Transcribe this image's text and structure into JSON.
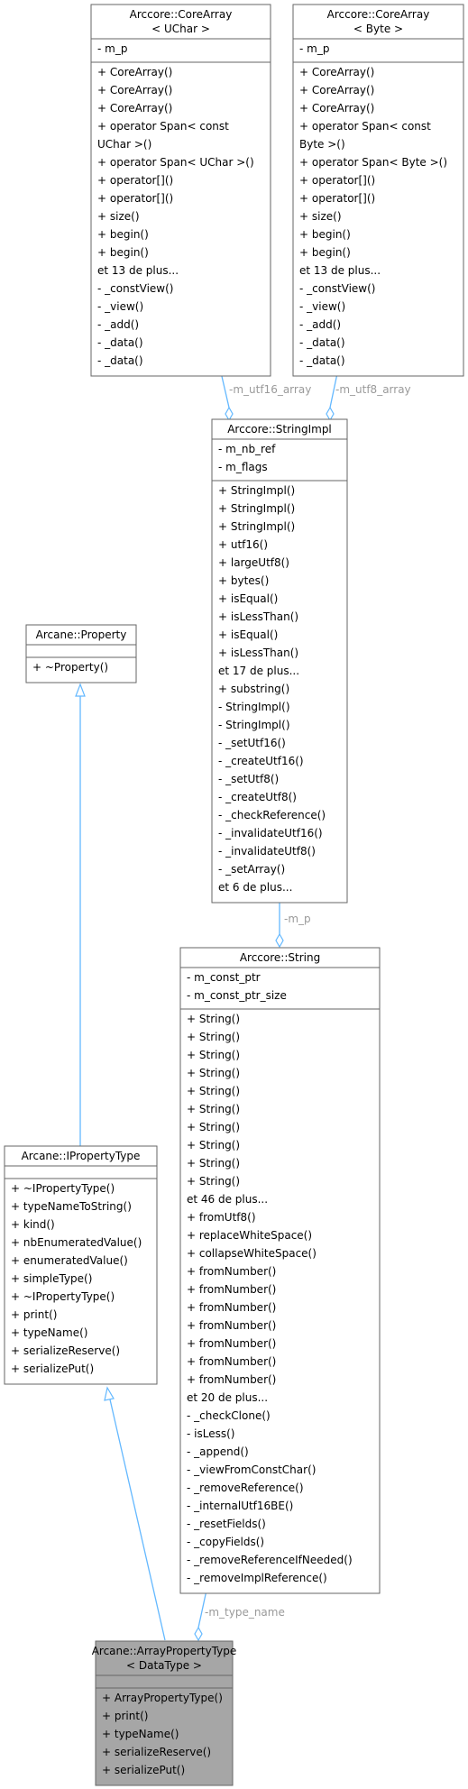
{
  "classes": {
    "corearray_uchar": {
      "title": [
        "Arccore::CoreArray",
        "< UChar >"
      ],
      "attributes": [
        "-  m_p"
      ],
      "methods": [
        "+  CoreArray()",
        "+  CoreArray()",
        "+  CoreArray()",
        "+  operator Span< const",
        "    UChar >()",
        "+  operator Span< UChar >()",
        "+  operator[]()",
        "+  operator[]()",
        "+  size()",
        "+  begin()",
        "+  begin()",
        "    et 13 de plus...",
        "-  _constView()",
        "-  _view()",
        "-  _add()",
        "-  _data()",
        "-  _data()"
      ]
    },
    "corearray_byte": {
      "title": [
        "Arccore::CoreArray",
        "< Byte >"
      ],
      "attributes": [
        "-  m_p"
      ],
      "methods": [
        "+  CoreArray()",
        "+  CoreArray()",
        "+  CoreArray()",
        "+  operator Span< const",
        "    Byte >()",
        "+  operator Span< Byte >()",
        "+  operator[]()",
        "+  operator[]()",
        "+  size()",
        "+  begin()",
        "+  begin()",
        "    et 13 de plus...",
        "-  _constView()",
        "-  _view()",
        "-  _add()",
        "-  _data()",
        "-  _data()"
      ]
    },
    "stringimpl": {
      "title": [
        "Arccore::StringImpl"
      ],
      "attributes": [
        "-  m_nb_ref",
        "-  m_flags"
      ],
      "methods": [
        "+  StringImpl()",
        "+  StringImpl()",
        "+  StringImpl()",
        "+  utf16()",
        "+  largeUtf8()",
        "+  bytes()",
        "+  isEqual()",
        "+  isLessThan()",
        "+  isEqual()",
        "+  isLessThan()",
        "    et 17 de plus...",
        "+  substring()",
        "-  StringImpl()",
        "-  StringImpl()",
        "-  _setUtf16()",
        "-  _createUtf16()",
        "-  _setUtf8()",
        "-  _createUtf8()",
        "-  _checkReference()",
        "-  _invalidateUtf16()",
        "-  _invalidateUtf8()",
        "-  _setArray()",
        "    et 6 de plus..."
      ]
    },
    "property": {
      "title": [
        "Arcane::Property"
      ],
      "attributes": [],
      "methods": [
        "+  ~Property()"
      ]
    },
    "string": {
      "title": [
        "Arccore::String"
      ],
      "attributes": [
        "-  m_const_ptr",
        "-  m_const_ptr_size"
      ],
      "methods": [
        "+  String()",
        "+  String()",
        "+  String()",
        "+  String()",
        "+  String()",
        "+  String()",
        "+  String()",
        "+  String()",
        "+  String()",
        "+  String()",
        "    et 46 de plus...",
        "+  fromUtf8()",
        "+  replaceWhiteSpace()",
        "+  collapseWhiteSpace()",
        "+  fromNumber()",
        "+  fromNumber()",
        "+  fromNumber()",
        "+  fromNumber()",
        "+  fromNumber()",
        "+  fromNumber()",
        "+  fromNumber()",
        "    et 20 de plus...",
        "-  _checkClone()",
        "-  isLess()",
        "-  _append()",
        "-  _viewFromConstChar()",
        "-  _removeReference()",
        "-  _internalUtf16BE()",
        "-  _resetFields()",
        "-  _copyFields()",
        "-  _removeReferenceIfNeeded()",
        "-  _removeImplReference()"
      ]
    },
    "ipropertytype": {
      "title": [
        "Arcane::IPropertyType"
      ],
      "attributes": [],
      "methods": [
        "+  ~IPropertyType()",
        "+  typeNameToString()",
        "+  kind()",
        "+  nbEnumeratedValue()",
        "+  enumeratedValue()",
        "+  simpleType()",
        "+  ~IPropertyType()",
        "+  print()",
        "+  typeName()",
        "+  serializeReserve()",
        "+  serializePut()"
      ]
    },
    "arraypropertytype": {
      "title": [
        "Arcane::ArrayPropertyType",
        "< DataType >"
      ],
      "attributes": [],
      "methods": [
        "+    ArrayPropertyType()",
        "+    print()",
        "+    typeName()",
        "+    serializeReserve()",
        "+    serializePut()"
      ]
    }
  },
  "edge_labels": {
    "utf16": "-m_utf16_array",
    "utf8": "-m_utf8_array",
    "p": "-m_p",
    "type_name": "-m_type_name"
  },
  "colors": {
    "edge": "#63b8ff",
    "box_border": "#666666",
    "highlight_fill": "#a6a6a6",
    "edge_label": "#9a9a9a"
  }
}
